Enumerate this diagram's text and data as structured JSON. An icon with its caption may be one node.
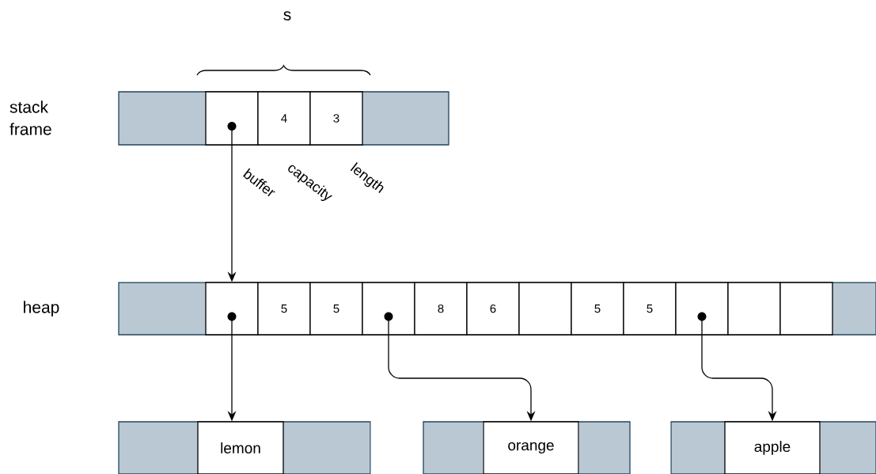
{
  "diagram": {
    "nodes": [
      {
        "text": [],
        "shape": "box"
      },
      {
        "text": [
          "4"
        ]
      },
      {
        "text": [
          "3"
        ]
      },
      {
        "text": [],
        "shape": "box"
      },
      {
        "text": [
          "5"
        ]
      },
      {
        "text": [
          "5"
        ]
      },
      {
        "text": [],
        "shape": "box"
      },
      {
        "text": [
          "8"
        ]
      },
      {
        "text": [
          "6"
        ]
      },
      {
        "text": [],
        "shape": "box"
      },
      {
        "text": [
          "5"
        ]
      },
      {
        "text": [
          "5"
        ]
      },
      {
        "text": [],
        "shape": "box"
      },
      {
        "text": [],
        "shape": "box"
      },
      {
        "text": [],
        "shape": "box"
      },
      {
        "text": [
          "lemon"
        ]
      },
      {
        "text": [
          "orange"
        ]
      },
      {
        "text": [
          "apple"
        ]
      }
    ],
    "edges": [
      {
        "from": 0,
        "to": 3,
        "arrow": "to"
      },
      {
        "from": 3,
        "to": 15,
        "arrow": "to"
      },
      {
        "from": 6,
        "to": 16,
        "arrow": "to"
      },
      {
        "from": 12,
        "to": 17,
        "arrow": "to"
      }
    ],
    "labels": [
      "s",
      "stack frame",
      "heap",
      "buffer",
      "capacity",
      "length"
    ]
  }
}
